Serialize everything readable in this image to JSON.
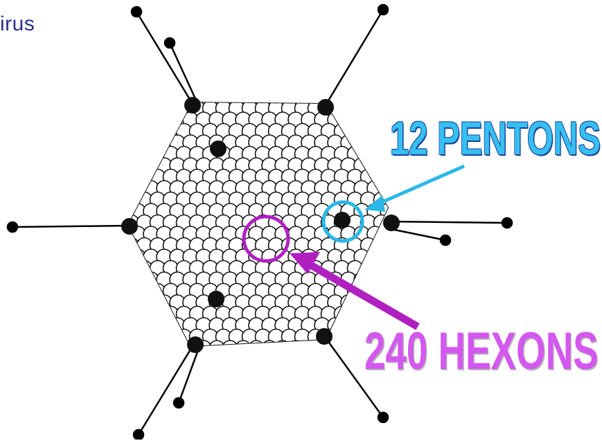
{
  "header": {
    "partial_title": "irus"
  },
  "labels": {
    "pentons": "12 PENTONS",
    "hexons": "240 HEXONS"
  },
  "colors": {
    "penton_marker": "#2ab8e8",
    "hexon_marker": "#b020c0",
    "partial_title": "#2b2f8f"
  }
}
